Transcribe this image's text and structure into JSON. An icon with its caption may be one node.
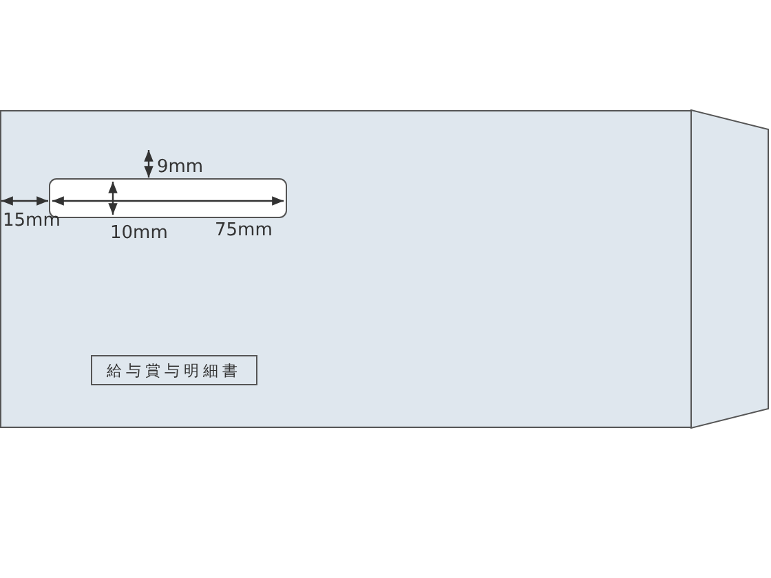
{
  "diagram": {
    "nodes": [
      {
        "text": [
          "給与賞与明細書"
        ]
      }
    ],
    "labels": [
      "9mm",
      "15mm",
      "10mm",
      "75mm"
    ]
  }
}
